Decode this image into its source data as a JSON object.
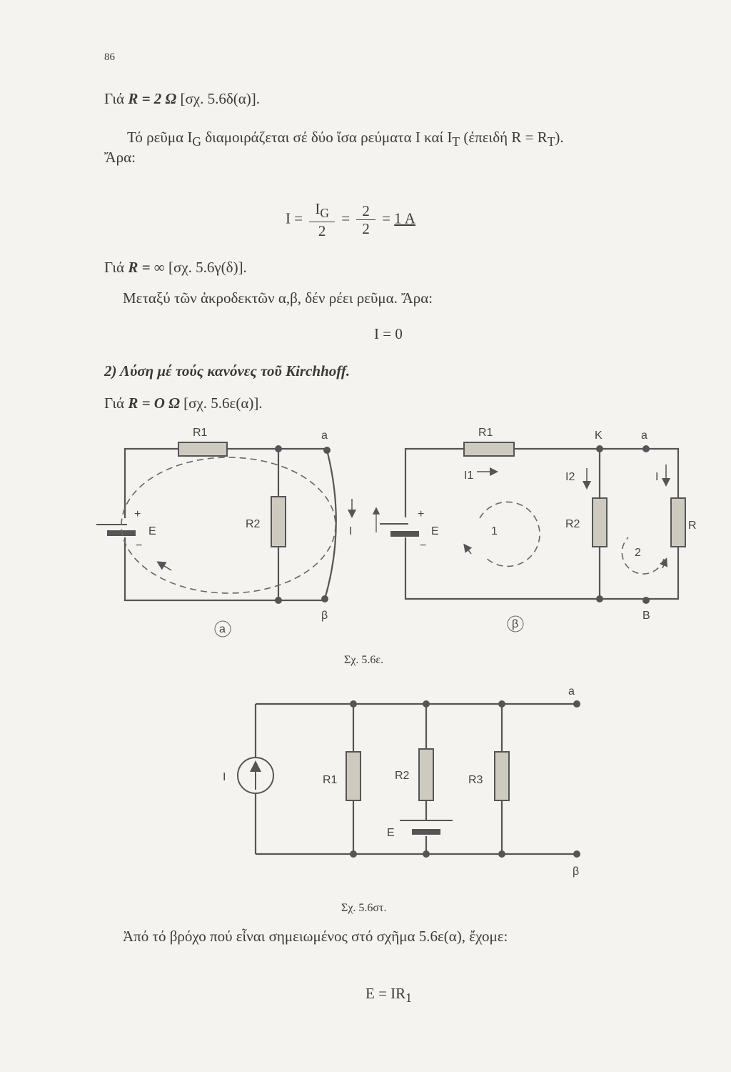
{
  "page_number": "86",
  "lines": {
    "case_r2_prefix": "Γιά",
    "case_r2_bold": "R = 2 Ω",
    "case_r2_ref": "[σχ. 5.6δ(α)].",
    "split_text": "Τό ρεῦμα I",
    "split_sub_g": "G",
    "split_text2": " διαμοιράζεται σέ δύο ἴσα ρεύματα I καί I",
    "split_sub_t": "T",
    "split_text3": " (ἐπειδή R = R",
    "split_sub_t2": "T",
    "split_text4": ").",
    "ara1": "Ἄρα:",
    "eq1_lhs": "I =",
    "eq1_num1": "I",
    "eq1_num1_sub": "G",
    "eq1_den1": "2",
    "eq1_eq": "=",
    "eq1_num2": "2",
    "eq1_den2": "2",
    "eq1_eq2": "=",
    "eq1_result": "1 A",
    "case_inf_prefix": "Γιά",
    "case_inf_bold": "R =",
    "case_inf_val": "∞ [σχ. 5.6γ(δ)].",
    "no_current": "Μεταξύ τῶν ἀκροδεκτῶν α,β, δέν ρέει ρεῦμα. Ἄρα:",
    "eq2": "I = 0",
    "section_heading": "2) Λύση μέ τούς κανόνες τοῦ Kirchhoff.",
    "case_r0_prefix": "Γιά",
    "case_r0_bold": "R = O Ω",
    "case_r0_ref": "[σχ. 5.6ε(α)].",
    "loop_text": "Ἀπό τό βρόχο πού εἶναι σημειωμένος στό σχῆμα 5.6ε(α), ἔχομε:",
    "eq3": "E = IR",
    "eq3_sub": "1"
  },
  "figure_5_6e": {
    "caption": "Σχ. 5.6ε.",
    "a": {
      "label": "a",
      "R1": "R1",
      "R2": "R2",
      "E": "E",
      "plus": "+",
      "minus": "−",
      "I": "I",
      "alpha": "a",
      "beta": "β"
    },
    "b": {
      "label": "β",
      "R1": "R1",
      "R2": "R2",
      "R": "R",
      "E": "E",
      "plus": "+",
      "minus": "−",
      "K": "K",
      "alpha": "a",
      "beta": "B",
      "I1": "I1",
      "I2": "I2",
      "I": "I",
      "loop1": "1",
      "loop2": "2"
    }
  },
  "figure_5_6st": {
    "caption": "Σχ. 5.6στ.",
    "I": "I",
    "R1": "R1",
    "R2": "R2",
    "R3": "R3",
    "E": "E",
    "alpha": "a",
    "beta": "β"
  }
}
